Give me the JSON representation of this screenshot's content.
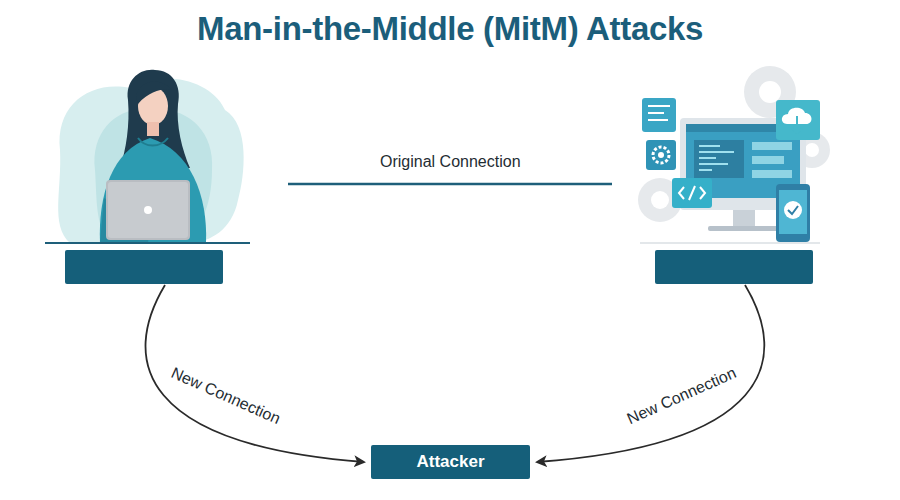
{
  "diagram": {
    "title": "Man-in-the-Middle (MitM) Attacks",
    "nodes": [
      {
        "text": [
          "Attacker"
        ]
      }
    ],
    "labels": [
      "Original Connection",
      "New Connection",
      "New Connection"
    ]
  }
}
